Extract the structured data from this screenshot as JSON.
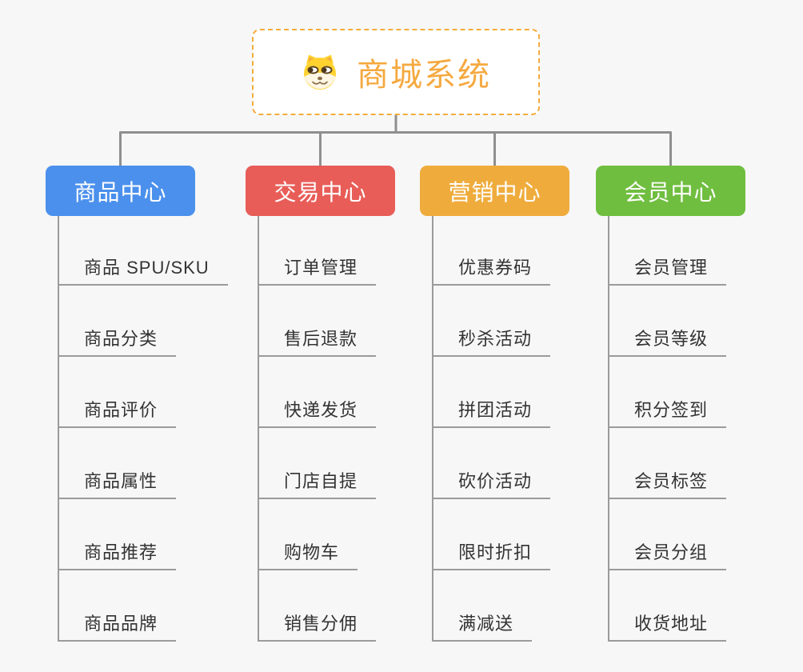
{
  "page": {
    "background_color": "#F7F7F8",
    "connector_color": "#8F8F8F",
    "leaf_line_color": "#9B9B9B",
    "leaf_text_color": "#333333"
  },
  "root": {
    "label": "商城系统",
    "icon": "dog-face-icon",
    "text_color": "#F5A93F",
    "border_color": "#F3AC3C"
  },
  "branches": [
    {
      "label": "商品中心",
      "color": "#4B90EC",
      "children": [
        "商品 SPU/SKU",
        "商品分类",
        "商品评价",
        "商品属性",
        "商品推荐",
        "商品品牌"
      ]
    },
    {
      "label": "交易中心",
      "color": "#E85D58",
      "children": [
        "订单管理",
        "售后退款",
        "快递发货",
        "门店自提",
        "购物车",
        "销售分佣"
      ]
    },
    {
      "label": "营销中心",
      "color": "#EFAC3D",
      "children": [
        "优惠券码",
        "秒杀活动",
        "拼团活动",
        "砍价活动",
        "限时折扣",
        "满减送"
      ]
    },
    {
      "label": "会员中心",
      "color": "#70BE40",
      "children": [
        "会员管理",
        "会员等级",
        "积分签到",
        "会员标签",
        "会员分组",
        "收货地址"
      ]
    }
  ]
}
